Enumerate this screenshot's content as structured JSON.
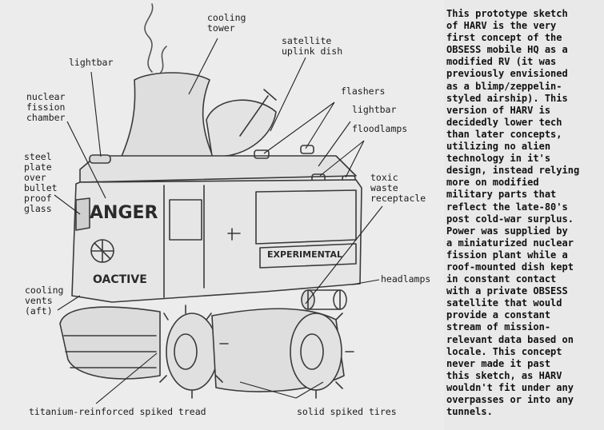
{
  "labels": {
    "cooling_tower": "cooling\ntower",
    "satellite_dish": "satellite\nuplink dish",
    "lightbar_left": "lightbar",
    "flashers": "flashers",
    "nuclear_chamber": "nuclear\nfission\nchamber",
    "lightbar_right": "lightbar",
    "floodlamps": "floodlamps",
    "steel_plate": "steel\nplate\nover\nbullet\nproof\nglass",
    "toxic_waste": "toxic\nwaste\nreceptacle",
    "headlamps": "headlamps",
    "cooling_vents": "cooling\nvents\n(aft)",
    "spiked_tread": "titanium-reinforced spiked tread",
    "spiked_tires": "solid spiked tires"
  },
  "vehicle_text": {
    "danger": "ANGER",
    "radioactive": "OACTIVE",
    "experimental": "EXPERIMENTAL"
  },
  "description": "This prototype sketch\nof HARV is the very\nfirst concept of the\nOBSESS mobile HQ as a\nmodified RV (it was\npreviously envisioned\nas a blimp/zeppelin-\nstyled airship). This\nversion of HARV is\ndecidedly lower tech\nthan later concepts,\nutilizing no alien\ntechnology in it's\ndesign, instead relying\nmore on modified\nmilitary parts that\nreflect the late-80's\npost cold-war surplus.\nPower was supplied by\na miniaturized nuclear\nfission plant while a\nroof-mounted dish kept\nin constant contact\nwith a private OBSESS\nsatellite that would\nprovide a constant\nstream of mission-\nrelevant data based on\nlocale. This concept\nnever made it past\nthis sketch, as HARV\nwouldn't fit under any\noverpasses or into any\ntunnels."
}
